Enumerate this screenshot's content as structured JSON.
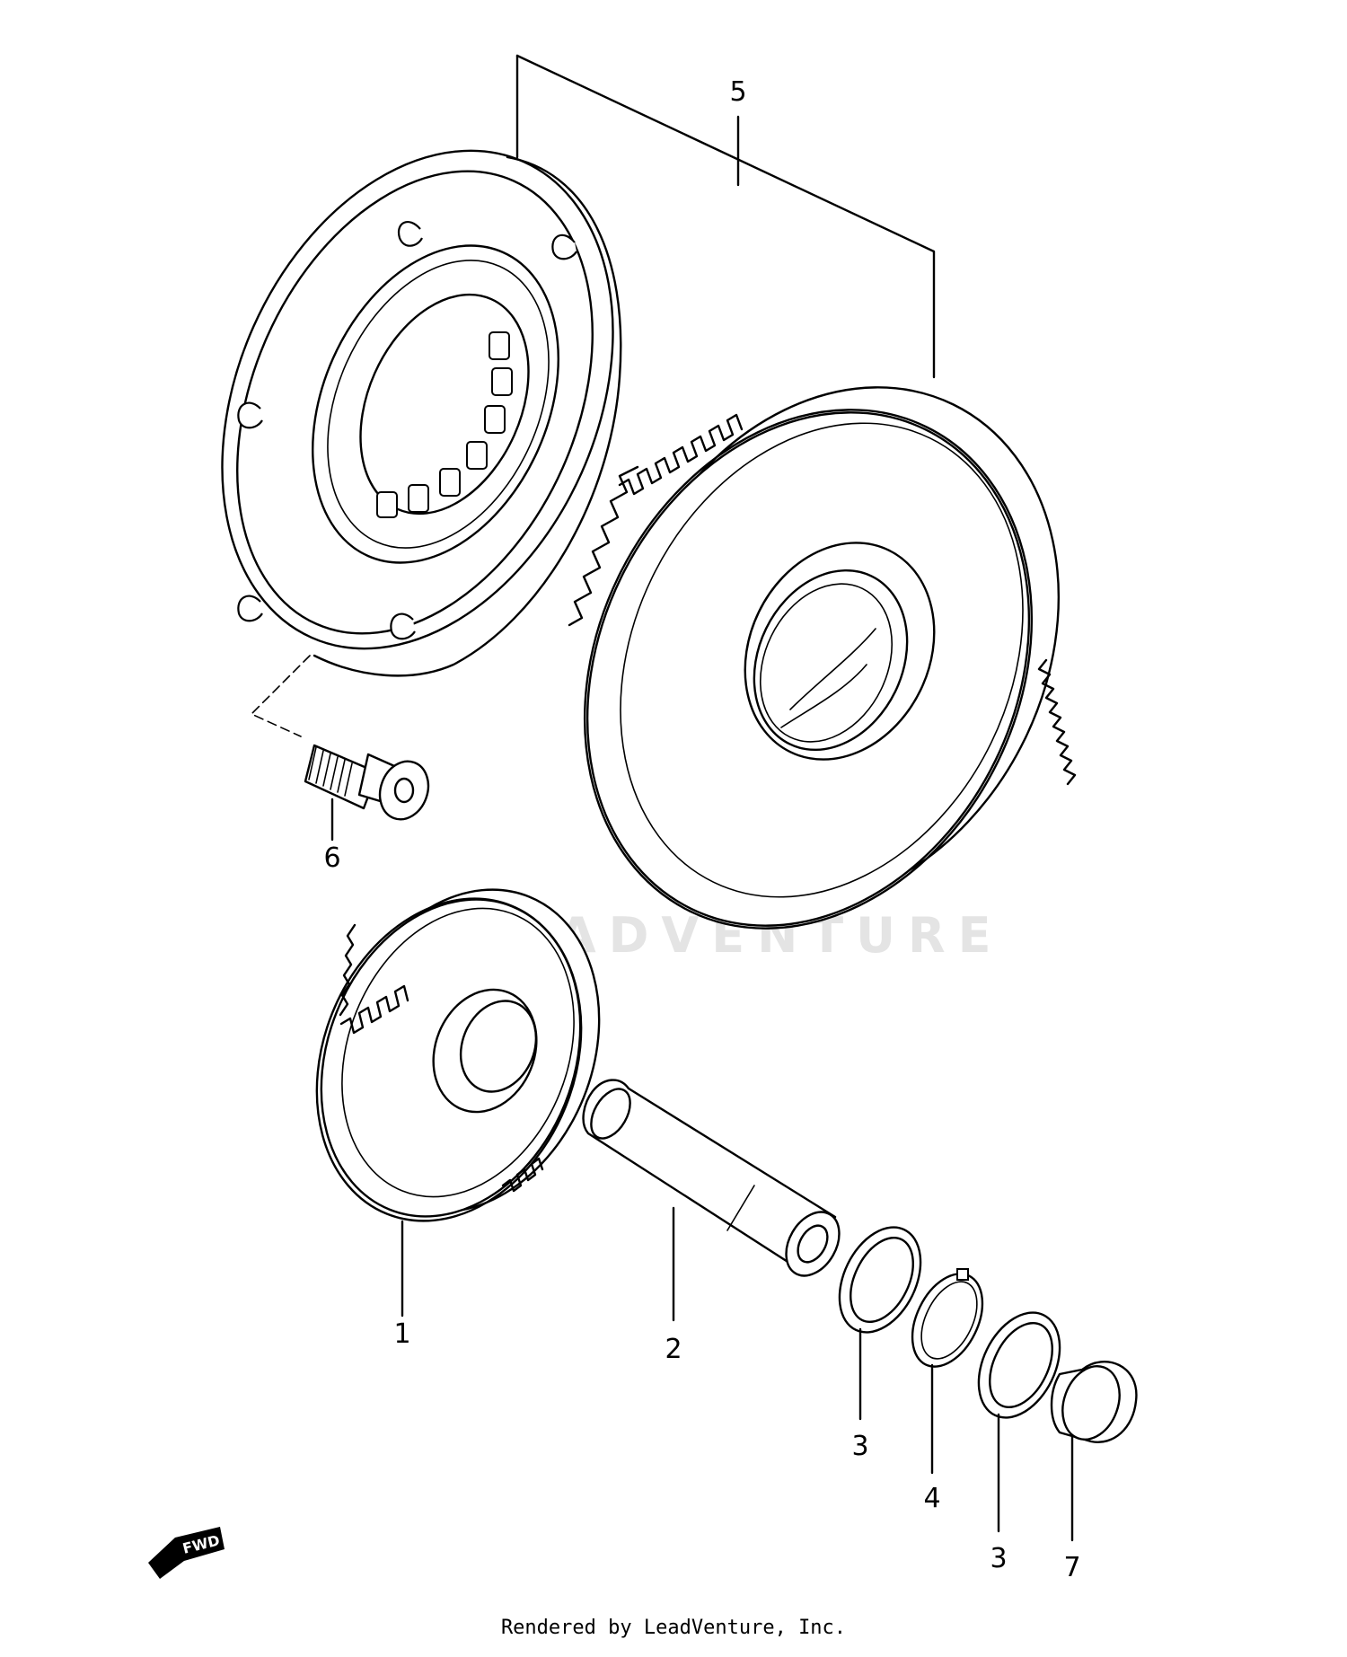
{
  "diagram": {
    "parts": [
      {
        "number": "1"
      },
      {
        "number": "2"
      },
      {
        "number": "3"
      },
      {
        "number": "4"
      },
      {
        "number": "3"
      },
      {
        "number": "5"
      },
      {
        "number": "6"
      },
      {
        "number": "7"
      }
    ],
    "direction_arrow_text": "FWD",
    "watermark_text": "LEADVENTURE"
  },
  "footer": {
    "credit": "Rendered by LeadVenture, Inc."
  }
}
